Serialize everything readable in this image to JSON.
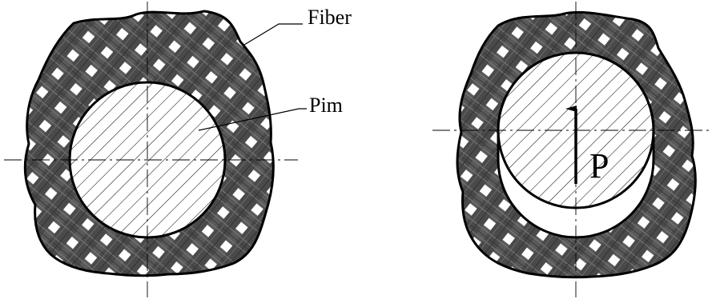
{
  "figure": {
    "labels": {
      "fiber": "Fiber",
      "pin": "Pim",
      "load": "P"
    },
    "panels": [
      {
        "id": "unloaded",
        "state": "pin centered in hole"
      },
      {
        "id": "loaded",
        "state": "pin pushed upward by load, gap below"
      }
    ],
    "colors": {
      "ink": "#000000",
      "fiber_band": "#5a5a5a",
      "fiber_band_dark": "#3c3c3c",
      "background": "#ffffff"
    }
  }
}
